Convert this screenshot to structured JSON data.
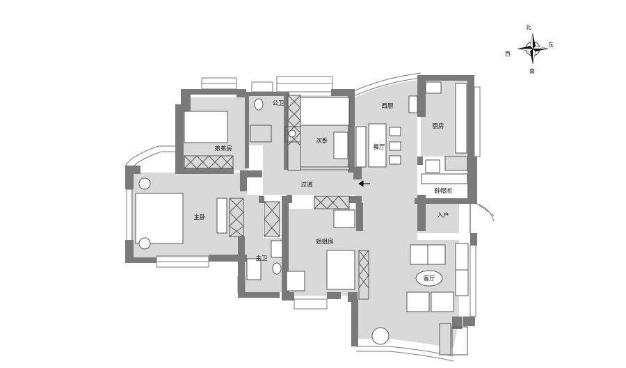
{
  "compass": {
    "north": "北",
    "south": "南",
    "east": "东",
    "west": "西"
  },
  "rooms": {
    "brother_room": "弟弟房",
    "public_bath": "公卫",
    "second_bedroom": "次卧",
    "western_kitchen": "西厨",
    "dining": "餐厅",
    "kitchen": "厨房",
    "corridor": "过道",
    "shoe_room": "鞋帽间",
    "entrance": "入户",
    "master_bedroom": "主卧",
    "sister_room": "姐姐房",
    "master_bath": "主卫",
    "living_room": "客厅"
  },
  "colors": {
    "wall": "#7a7a7a",
    "floor": "#d9d9d9",
    "bed": "#ffffff",
    "furniture_outline": "#555555",
    "background": "#ffffff"
  }
}
